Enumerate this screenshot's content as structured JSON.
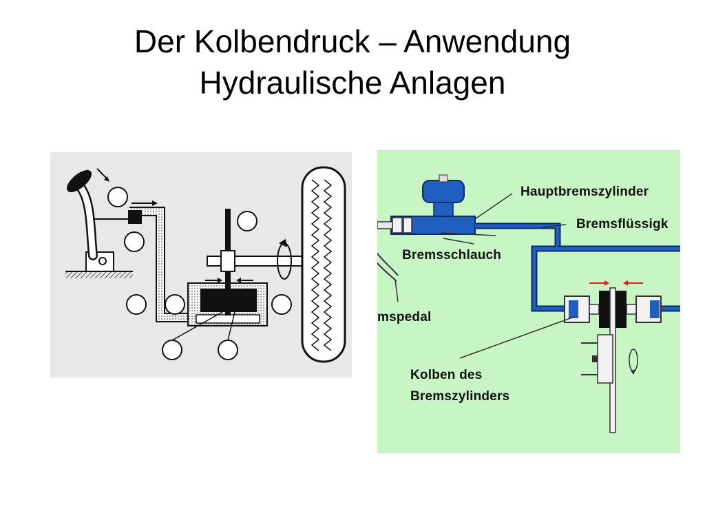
{
  "slide": {
    "title_line1": "Der Kolbendruck – Anwendung",
    "title_line2": "Hydraulische Anlagen"
  },
  "diagram_right": {
    "labels": {
      "master_cylinder": "Hauptbremszylinder",
      "brake_fluid": "Bremsflüssigk",
      "brake_hose": "Bremsschlauch",
      "pedal": "mspedal",
      "pistons_line1": "Kolben des",
      "pistons_line2": "Bremszylinders"
    }
  },
  "colors": {
    "fluid_blue": "#1f5fbf",
    "panel_green": "#c8f5c4",
    "panel_gray": "#e8e8e8",
    "arrow_red": "#e02020"
  }
}
